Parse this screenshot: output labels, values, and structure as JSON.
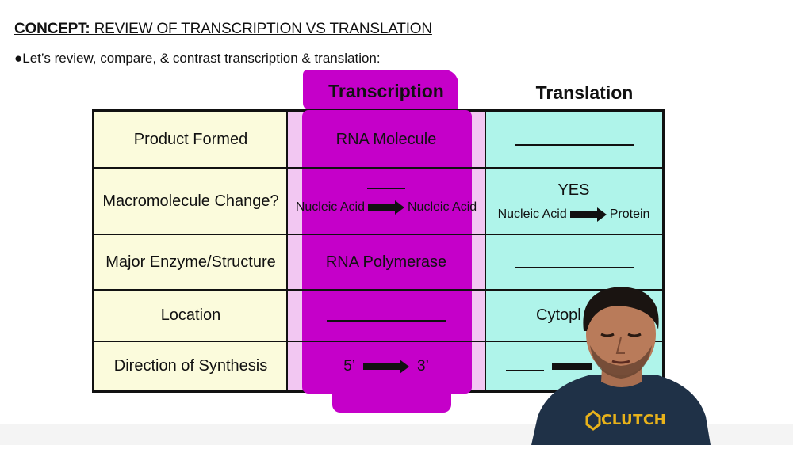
{
  "header": {
    "concept_label": "CONCEPT:",
    "concept_title": "REVIEW OF TRANSCRIPTION VS TRANSLATION",
    "subtitle": "●Let’s review, compare, & contrast transcription & translation:"
  },
  "columns": {
    "transcription": "Transcription",
    "translation": "Translation"
  },
  "rows": [
    {
      "label": "Product Formed",
      "transcription": "RNA Molecule",
      "translation": ""
    },
    {
      "label": "Macromolecule Change?",
      "transcription_answer": "",
      "transcription_from": "Nucleic Acid",
      "transcription_to": "Nucleic Acid",
      "translation_answer": "YES",
      "translation_from": "Nucleic Acid",
      "translation_to": "Protein"
    },
    {
      "label": "Major Enzyme/Structure",
      "transcription": "RNA Polymerase",
      "translation": ""
    },
    {
      "label": "Location",
      "transcription": "",
      "translation": "Cytopl"
    },
    {
      "label": "Direction of Synthesis",
      "transcription_from": "5’",
      "transcription_to": "3’",
      "translation": ""
    }
  ],
  "brand": {
    "logo_text": "CLUTCH"
  },
  "colors": {
    "highlight": "#c500c9",
    "label_cell": "#fbfbdc",
    "transcription_cell": "#f2c7f2",
    "translation_cell": "#aff4ea",
    "shirt": "#1f3147",
    "logo": "#e8b21a"
  }
}
